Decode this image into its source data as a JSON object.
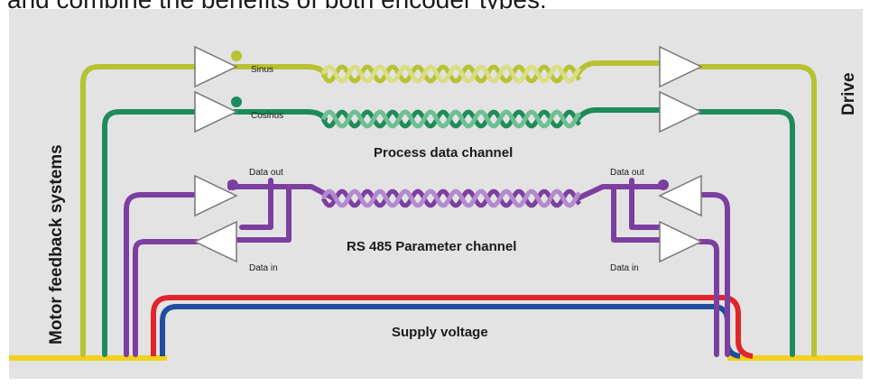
{
  "caption": "and combine the benefits of both encoder types.",
  "side_left": "Motor feedback systems",
  "side_right": "Drive",
  "signals": {
    "sinus": "Sinus",
    "cosinus": "Cosinus",
    "data_out_left": "Data out",
    "data_in_left": "Data in",
    "data_out_right": "Data out",
    "data_in_right": "Data in"
  },
  "channels": {
    "process": "Process data channel",
    "rs485": "RS 485 Parameter channel",
    "supply": "Supply voltage"
  },
  "colors": {
    "sinus": "#b8c232",
    "cosinus": "#1e8c5a",
    "rs485": "#7c3fa0",
    "supply_positive": "#e0262a",
    "supply_negative": "#1d4f9c",
    "ground": "#f2d21a",
    "background": "#e3e3e3"
  }
}
